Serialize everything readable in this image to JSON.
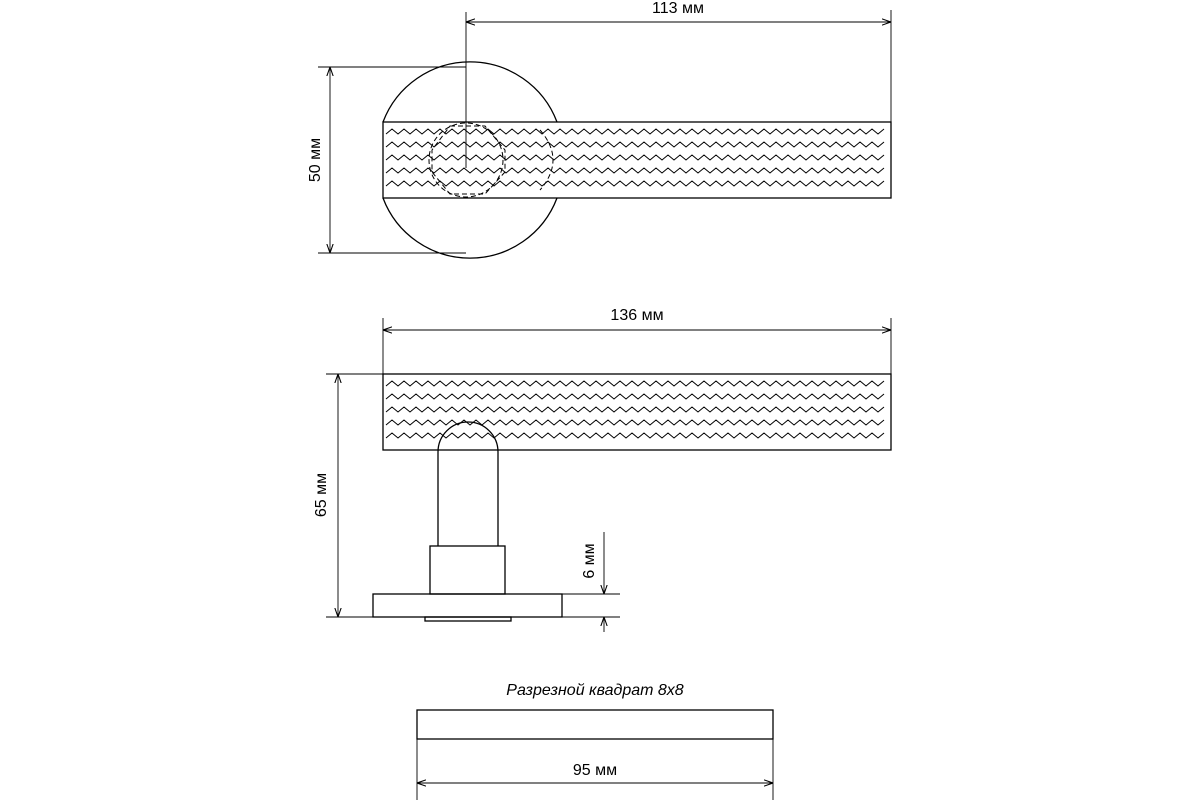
{
  "top_view": {
    "dim_length": "113 мм",
    "dim_diameter": "50 мм"
  },
  "side_view": {
    "dim_length": "136 мм",
    "dim_height": "65 мм",
    "dim_rose": "6 мм"
  },
  "spindle": {
    "caption": "Разрезной квадрат 8х8",
    "dim_length": "95 мм"
  },
  "colors": {
    "line": "#000000",
    "background": "#ffffff"
  }
}
